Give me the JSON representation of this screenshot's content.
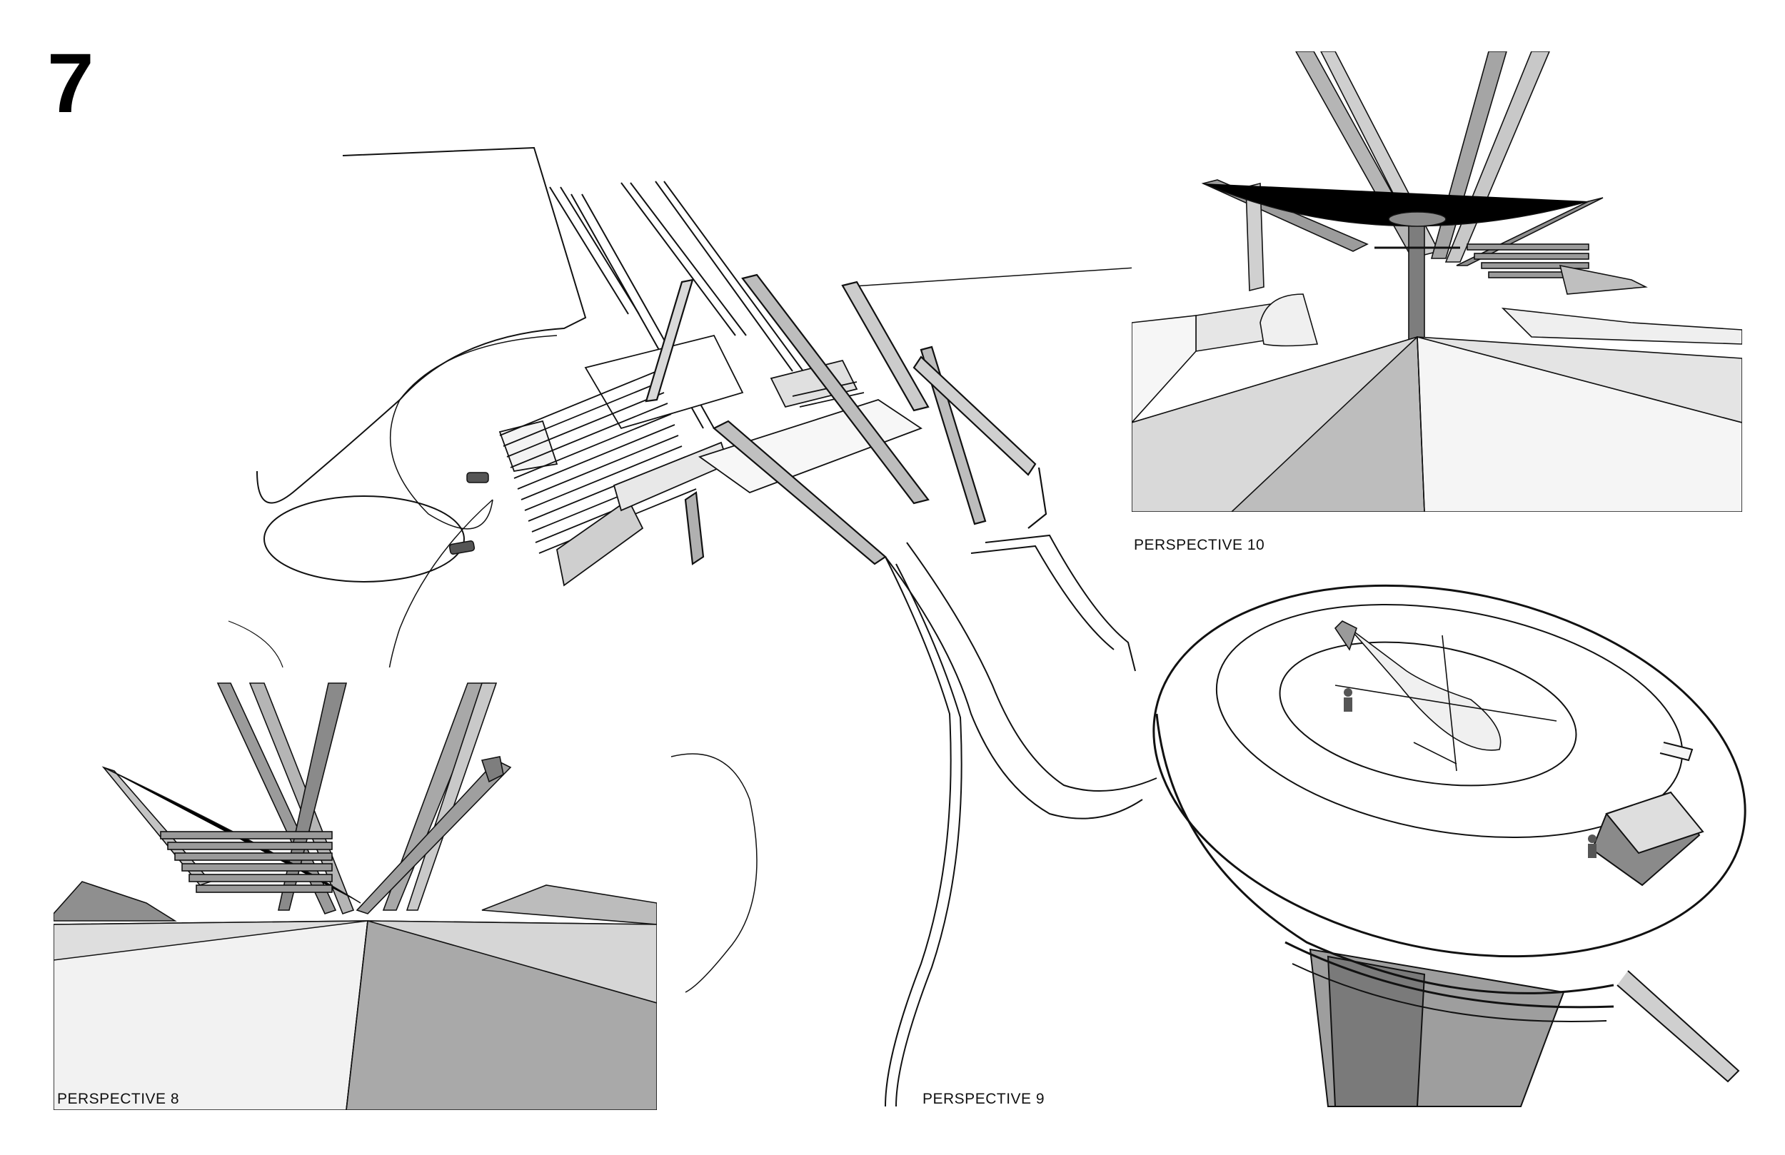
{
  "sheet": {
    "page_number": "7"
  },
  "captions": {
    "perspective_8": "PERSPECTIVE 8",
    "perspective_9": "PERSPECTIVE 9",
    "perspective_10": "PERSPECTIVE 10"
  },
  "colors": {
    "background": "#ffffff",
    "line": "#111111",
    "light_grey": "#e6e6e6",
    "mid_grey": "#bdbdbd",
    "dark_grey": "#8c8c8c"
  }
}
